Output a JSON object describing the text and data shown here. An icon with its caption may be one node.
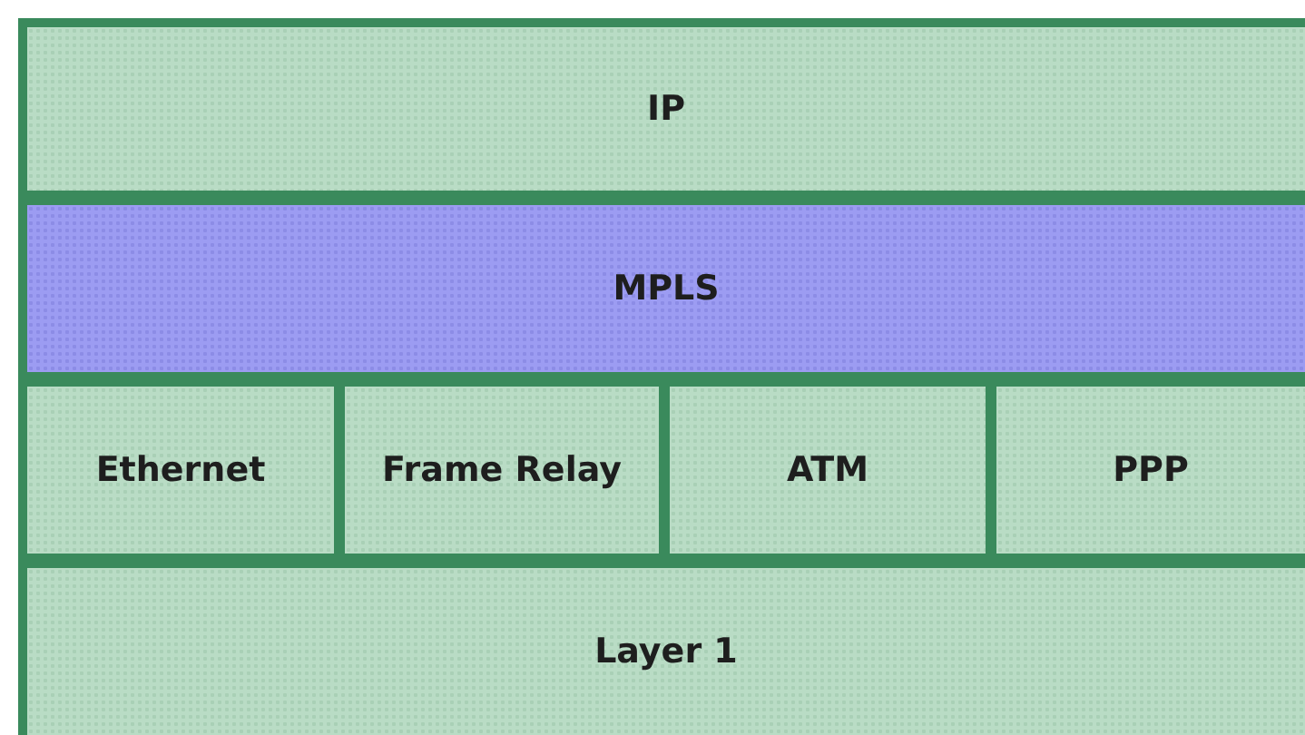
{
  "diagram": {
    "nodes": [
      {
        "text": [
          "IP"
        ]
      },
      {
        "text": [
          "MPLS"
        ]
      },
      {
        "text": [
          "Ethernet"
        ]
      },
      {
        "text": [
          "Frame Relay"
        ]
      },
      {
        "text": [
          "ATM"
        ]
      },
      {
        "text": [
          "PPP"
        ]
      },
      {
        "text": [
          "Layer 1"
        ]
      }
    ],
    "edges": []
  }
}
